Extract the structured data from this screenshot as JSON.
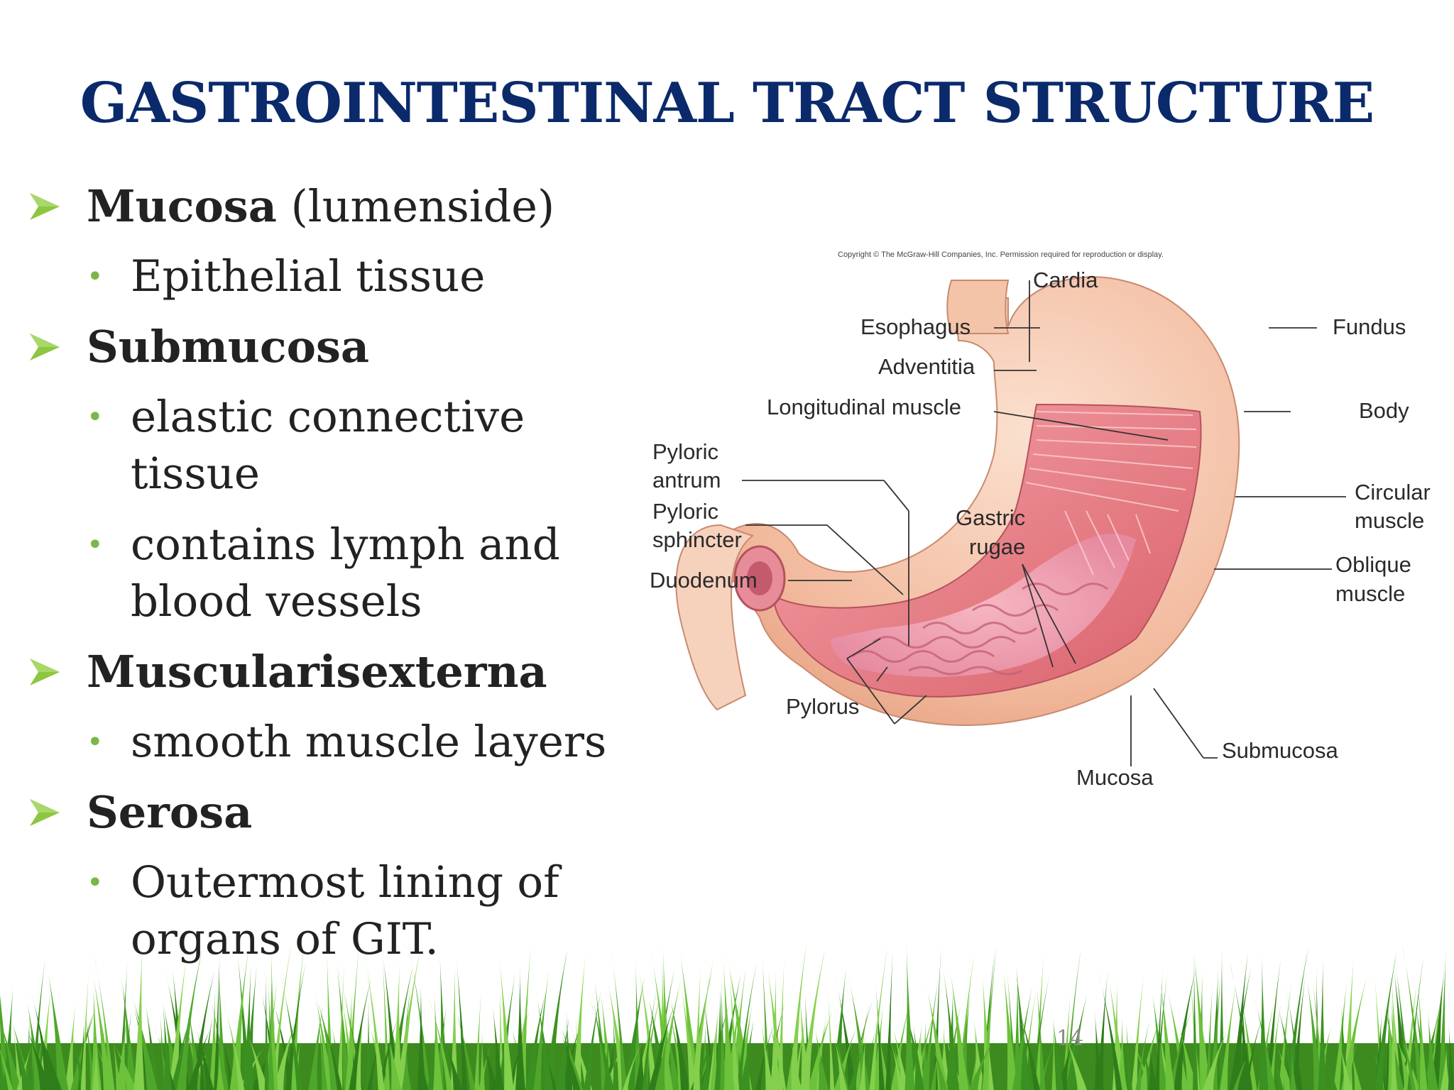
{
  "slide": {
    "title": "GASTROINTESTINAL TRACT STRUCTURE",
    "page_number": "14",
    "accent_color": "#7ab648",
    "title_color": "#0b2a6b"
  },
  "bullets": [
    {
      "level": 1,
      "bold": "Mucosa",
      "rest": " (lumenside)"
    },
    {
      "level": 2,
      "text": "Epithelial tissue"
    },
    {
      "level": 1,
      "bold": "Submucosa",
      "rest": ""
    },
    {
      "level": 2,
      "text": "elastic connective tissue"
    },
    {
      "level": 2,
      "text": "contains lymph and blood vessels"
    },
    {
      "level": 1,
      "bold": "Muscularisexterna",
      "rest": ""
    },
    {
      "level": 2,
      "text": "smooth muscle layers"
    },
    {
      "level": 1,
      "bold": "Serosa",
      "rest": ""
    },
    {
      "level": 2,
      "text": "Outermost lining of organs of GIT."
    }
  ],
  "diagram": {
    "copyright": "Copyright © The McGraw-Hill Companies, Inc. Permission required for reproduction or display.",
    "labels": {
      "cardia": "Cardia",
      "esophagus": "Esophagus",
      "adventitia": "Adventitia",
      "longitudinal_muscle": "Longitudinal muscle",
      "fundus": "Fundus",
      "body": "Body",
      "pyloric_antrum_1": "Pyloric",
      "pyloric_antrum_2": "antrum",
      "pyloric_sphincter_1": "Pyloric",
      "pyloric_sphincter_2": "sphincter",
      "gastric_rugae_1": "Gastric",
      "gastric_rugae_2": "rugae",
      "circular_muscle_1": "Circular",
      "circular_muscle_2": "muscle",
      "oblique_muscle_1": "Oblique",
      "oblique_muscle_2": "muscle",
      "duodenum": "Duodenum",
      "pylorus": "Pylorus",
      "submucosa": "Submucosa",
      "mucosa": "Mucosa"
    }
  }
}
